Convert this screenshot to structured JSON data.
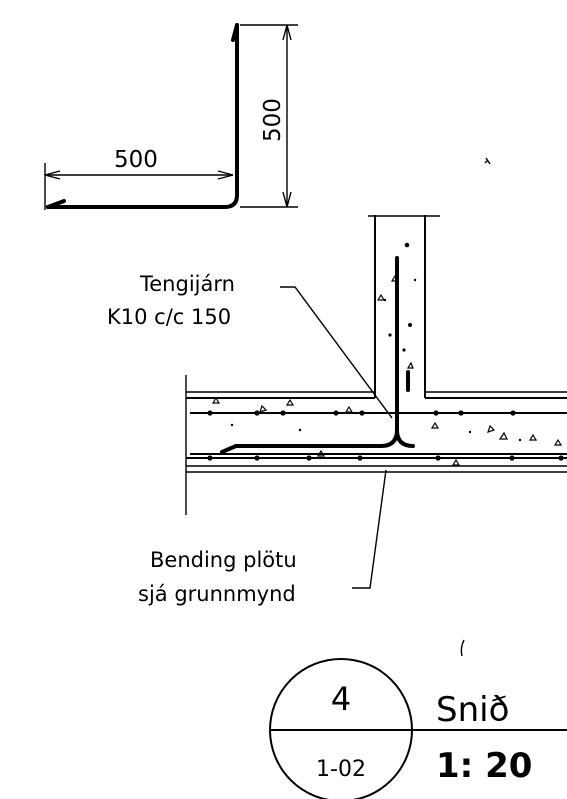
{
  "rebar_detail": {
    "horizontal_dimension": "500",
    "vertical_dimension": "500"
  },
  "labels": {
    "connector_line1": "Tengijárn",
    "connector_line2": "K10 c/c 150",
    "bending_line1": "Bending plötu",
    "bending_line2": "sjá grunnmynd"
  },
  "title_block": {
    "detail_number": "4",
    "sheet_number": "1-02",
    "title": "Snið",
    "scale": "1: 20"
  }
}
